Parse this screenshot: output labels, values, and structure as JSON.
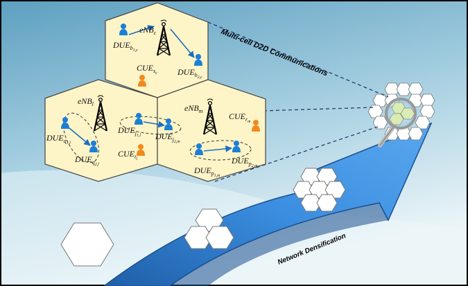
{
  "captions": {
    "multicell": "Multi-cell D2D Communications",
    "densification": "Network Densification"
  },
  "cells": {
    "c": {
      "bs": {
        "main": "eNB",
        "sub": "c"
      },
      "cue": {
        "main": "CUE",
        "sub": "s",
        "subsub": "c"
      },
      "due_tx": {
        "main": "DUE",
        "sub": "b",
        "subsub": "1,c"
      },
      "due_rx": {
        "main": "DUE",
        "sub": "b",
        "subsub": "2,c"
      }
    },
    "l": {
      "bs": {
        "main": "eNB",
        "sub": "l"
      },
      "cue": {
        "main": "CUE",
        "sub": "t",
        "subsub": "l"
      },
      "due_tx": {
        "main": "DUE",
        "sub": "q",
        "subsub": "1,l"
      },
      "due_rx": {
        "main": "DUE",
        "sub": "q",
        "subsub": "2,l"
      },
      "due_cross": {
        "main": "DUE",
        "sub": "j",
        "subsub": "1,l"
      }
    },
    "m": {
      "bs": {
        "main": "eNB",
        "sub": "m"
      },
      "cue": {
        "main": "CUE",
        "sub": "r",
        "subsub": "m"
      },
      "due_tx": {
        "main": "DUE",
        "sub": "p",
        "subsub": "1,m"
      },
      "due_rx": {
        "main": "DUE",
        "sub": "p",
        "subsub": "2,m"
      },
      "due_cross": {
        "main": "DUE",
        "sub": "j",
        "subsub": "2,m"
      }
    }
  },
  "colors": {
    "cell_fill": "#fdf4c7",
    "due_blue": "#1c7fd6",
    "cue_orange": "#f08a1c",
    "arrow_blue": "#2f7fd0",
    "background_top": "#5fa4c4",
    "background_bottom": "#e6f2f7"
  }
}
